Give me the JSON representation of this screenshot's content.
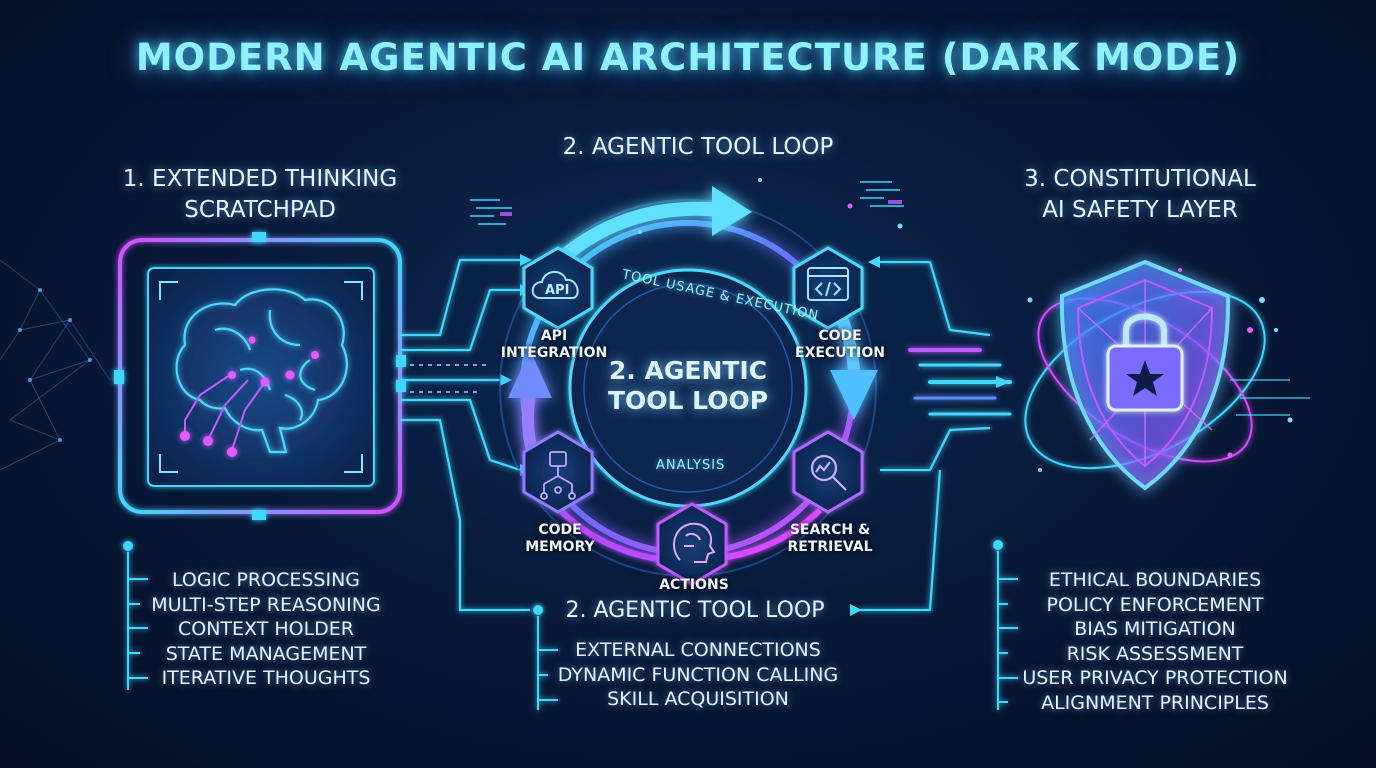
{
  "title": "MODERN AGENTIC AI ARCHITECTURE (DARK MODE)",
  "left": {
    "heading_line1": "1. EXTENDED THINKING",
    "heading_line2": "SCRATCHPAD",
    "items": [
      "LOGIC PROCESSING",
      "MULTI-STEP REASONING",
      "CONTEXT HOLDER",
      "STATE MANAGEMENT",
      "ITERATIVE THOUGHTS"
    ]
  },
  "middle": {
    "heading": "2. AGENTIC TOOL LOOP",
    "ring_text": "TOOL USAGE & EXECUTION",
    "ring_bottom_text": "ANALYSIS",
    "center_line1": "2. AGENTIC",
    "center_line2": "TOOL LOOP",
    "api_icon_text": "API",
    "nodes": {
      "api_line1": "API",
      "api_line2": "INTEGRATION",
      "code_exec_line1": "CODE",
      "code_exec_line2": "EXECUTION",
      "code_mem_line1": "CODE",
      "code_mem_line2": "MEMORY",
      "search_line1": "SEARCH &",
      "search_line2": "RETRIEVAL",
      "actions": "ACTIONS"
    },
    "bottom_heading": "2. AGENTIC TOOL LOOP",
    "items": [
      "EXTERNAL CONNECTIONS",
      "DYNAMIC FUNCTION CALLING",
      "SKILL ACQUISITION"
    ]
  },
  "right": {
    "heading_line1": "3. CONSTITUTIONAL",
    "heading_line2": "AI SAFETY LAYER",
    "items": [
      "ETHICAL BOUNDARIES",
      "POLICY ENFORCEMENT",
      "BIAS MITIGATION",
      "RISK ASSESSMENT",
      "USER PRIVACY PROTECTION",
      "ALIGNMENT PRINCIPLES"
    ]
  },
  "colors": {
    "cyan": "#3fd8ff",
    "magenta": "#d64bff",
    "blue": "#3a7bff",
    "background": "#071634"
  }
}
